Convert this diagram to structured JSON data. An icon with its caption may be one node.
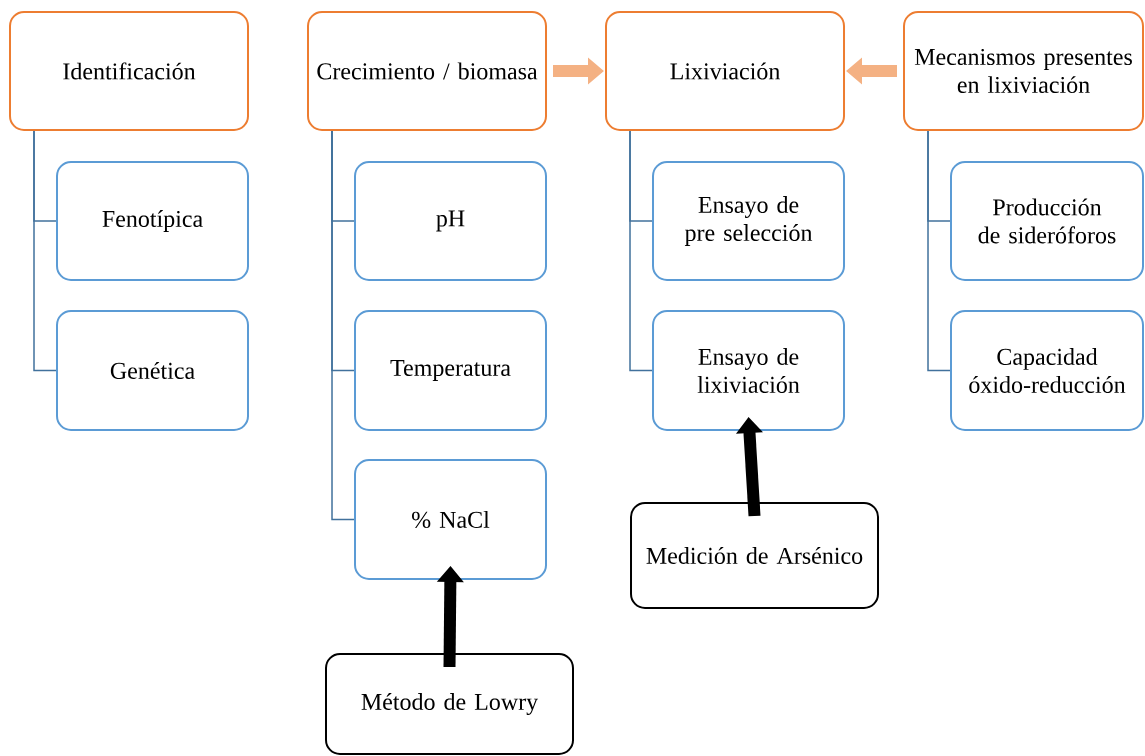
{
  "diagram": {
    "nodes": [
      {
        "text": [
          "Identificación"
        ]
      },
      {
        "text": [
          "Fenotípica"
        ]
      },
      {
        "text": [
          "Genética"
        ]
      },
      {
        "text": [
          "Crecimiento / biomasa"
        ]
      },
      {
        "text": [
          "pH"
        ]
      },
      {
        "text": [
          "Temperatura"
        ]
      },
      {
        "text": [
          "% NaCl"
        ]
      },
      {
        "text": [
          "Método de Lowry"
        ]
      },
      {
        "text": [
          "Lixiviación"
        ]
      },
      {
        "text": [
          "Ensayo de pre selección"
        ]
      },
      {
        "text": [
          "Ensayo de lixiviación"
        ]
      },
      {
        "text": [
          "Medición de Arsénico"
        ]
      },
      {
        "text": [
          "Mecanismos presentes en lixiviación"
        ]
      },
      {
        "text": [
          "Producción de sideróforos"
        ]
      },
      {
        "text": [
          "Capacidad óxido-reducción"
        ]
      }
    ],
    "edges": [
      {
        "from": 0,
        "to": 1,
        "arrow": "none"
      },
      {
        "from": 0,
        "to": 2,
        "arrow": "none"
      },
      {
        "from": 3,
        "to": 4,
        "arrow": "none"
      },
      {
        "from": 3,
        "to": 5,
        "arrow": "none"
      },
      {
        "from": 3,
        "to": 6,
        "arrow": "none"
      },
      {
        "from": 8,
        "to": 9,
        "arrow": "none"
      },
      {
        "from": 8,
        "to": 10,
        "arrow": "none"
      },
      {
        "from": 12,
        "to": 13,
        "arrow": "none"
      },
      {
        "from": 12,
        "to": 14,
        "arrow": "none"
      },
      {
        "from": 3,
        "to": 8,
        "arrow": "to",
        "style": "thick",
        "color": "#f4b183"
      },
      {
        "from": 12,
        "to": 8,
        "arrow": "to",
        "style": "thick",
        "color": "#f4b183"
      },
      {
        "from": 7,
        "to": 6,
        "arrow": "to",
        "style": "thick",
        "color": "#000000"
      },
      {
        "from": 11,
        "to": 10,
        "arrow": "to",
        "style": "thick",
        "color": "#000000"
      }
    ]
  }
}
